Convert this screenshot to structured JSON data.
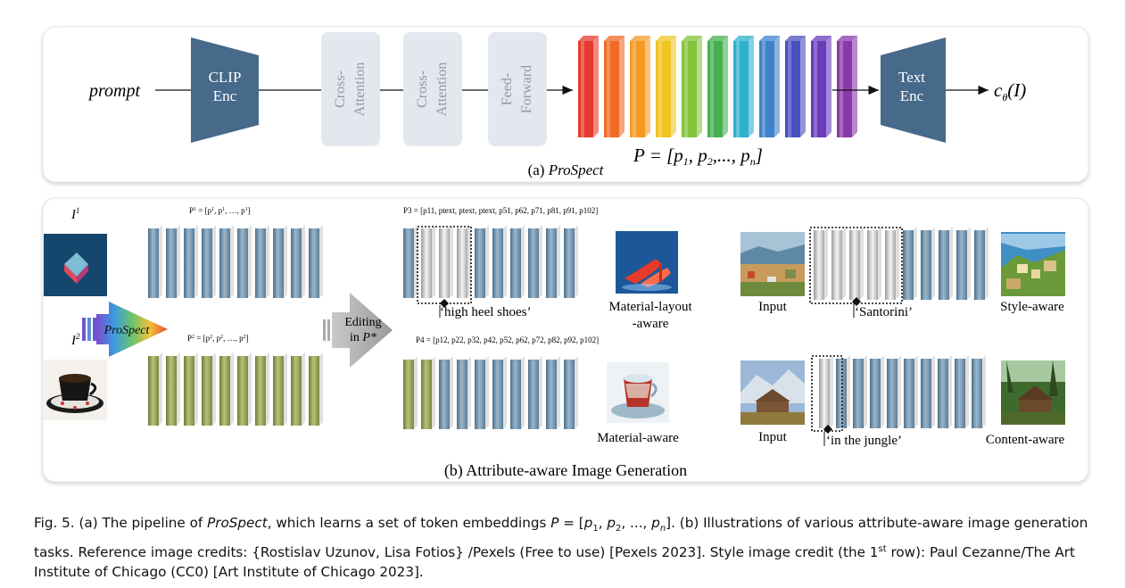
{
  "panel_a": {
    "prompt": "prompt",
    "clip_enc": [
      "CLIP",
      "Enc"
    ],
    "cross_attention_1": [
      "Cross-",
      "Attention"
    ],
    "cross_attention_2": [
      "Cross-",
      "Attention"
    ],
    "feed_forward": [
      "Feed-",
      "Forward"
    ],
    "text_enc": [
      "Text",
      "Enc"
    ],
    "output": "c_θ(I)",
    "token_formula": "P = [p1, p2,..., pn]",
    "label_prefix": "(a) ",
    "label_name": "ProSpect",
    "token_colors": [
      "#e53a2d",
      "#f06a26",
      "#f49a24",
      "#f0c424",
      "#82c43c",
      "#46b050",
      "#2fb0ce",
      "#3e82cc",
      "#4a50c0",
      "#6a3cbc",
      "#8a3aa8"
    ]
  },
  "panel_b": {
    "label": "(b) Attribute-aware Image Generation",
    "image1_label": "I1",
    "image2_label": "I2",
    "prospect_arrow": "ProSpect",
    "p1_formula": "P1 = [p11, p21,..., pn1]",
    "p2_formula": "P2 = [p12, p22,..., pn2]",
    "editing": [
      "Editing",
      "in P*"
    ],
    "p3_formula": "P3 = [p11, ptext, ptext, ptext, p51, p62, p71, p81, p91, p102]",
    "p4_formula": "P4 = [p12, p22, p32, p42, p52, p62, p72, p82, p92, p102]",
    "high_heel": "‘high heel shoes’",
    "material_layout": [
      "Material-layout",
      "-aware"
    ],
    "material_aware": "Material-aware",
    "input_1": "Input",
    "input_2": "Input",
    "santorini": "‘Santorini’",
    "in_the_jungle": "‘in the jungle’",
    "style_aware": "Style-aware",
    "content_aware": "Content-aware",
    "blue_bar_color": "#6b8fa8",
    "olive_bar_color": "#8c9a4e"
  },
  "caption": {
    "fig": "Fig. 5.",
    "part1": " (a) The pipeline of ",
    "prospect": "ProSpect",
    "part2": ", which learns a set of token embeddings ",
    "formula": "P = [p1, p2, ..., pn]",
    "part3": ". (b) Illustrations of various attribute-aware image generation tasks. Reference image credits: {Rostislav Uzunov, Lisa Fotios} /Pexels (Free to use) [Pexels 2023]. Style image credit (the 1",
    "sup": "st",
    "part4": " row): Paul Cezanne/The Art Institute of Chicago (CC0) [Art Institute of Chicago 2023]."
  }
}
